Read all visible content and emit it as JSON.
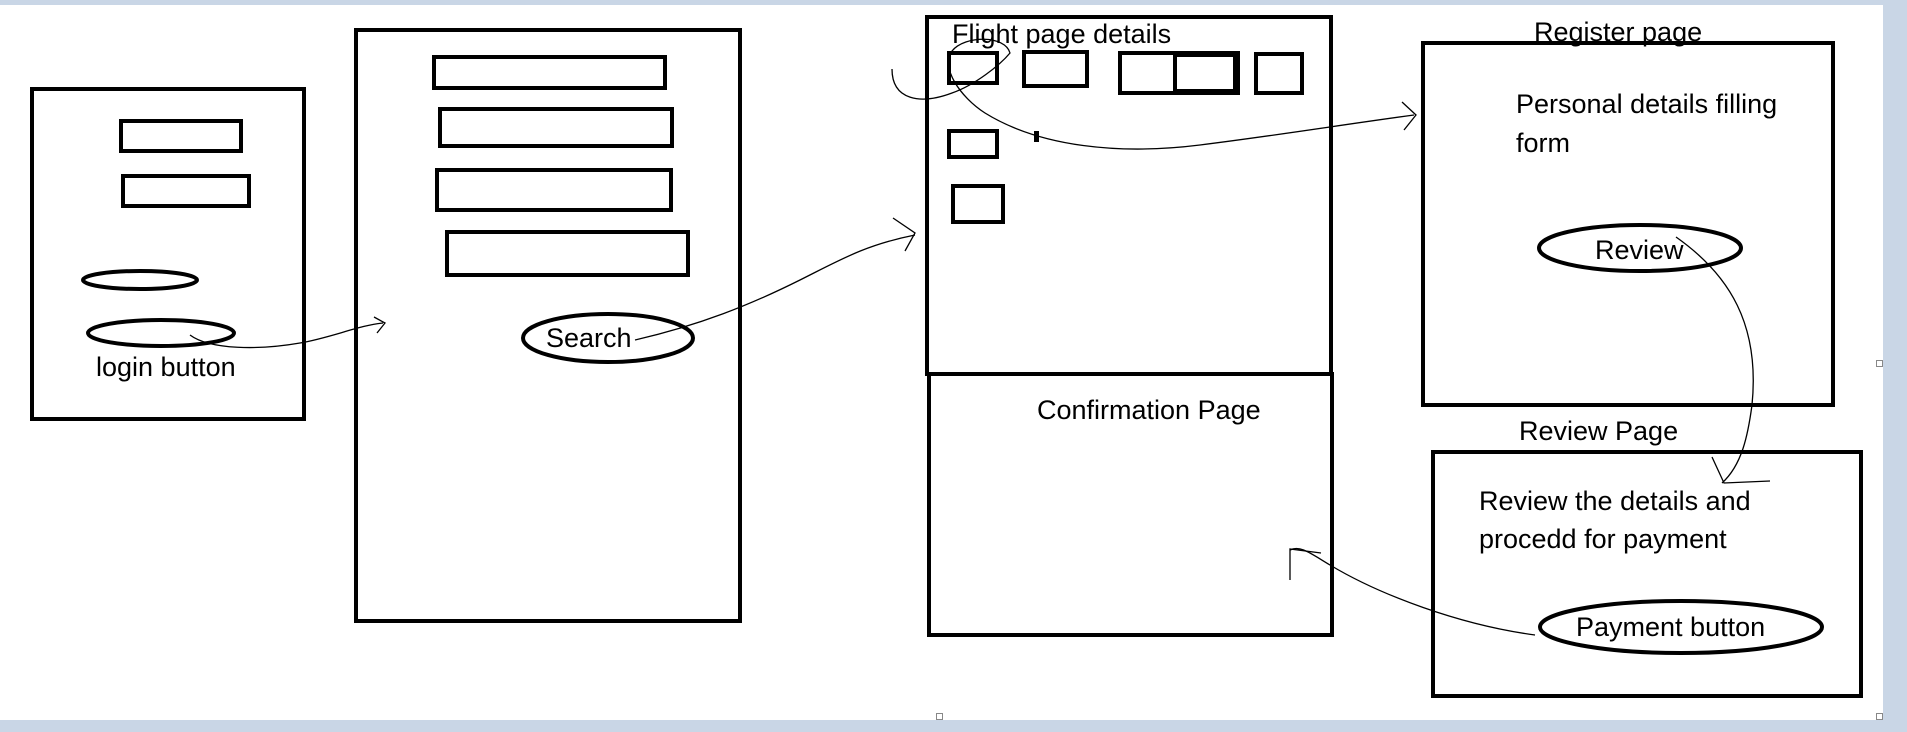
{
  "screens": {
    "login": {
      "button_label": "login button"
    },
    "search": {
      "button_label": "Search"
    },
    "flight": {
      "title": "Flight page details"
    },
    "confirmation": {
      "title": "Confirmation Page"
    },
    "register": {
      "title": "Register page",
      "form_text_line1": "Personal details filling",
      "form_text_line2": "form",
      "button_label": "Review"
    },
    "review": {
      "title": "Review Page",
      "text_line1": "Review the details and",
      "text_line2": "procedd for payment",
      "button_label": "Payment button"
    }
  },
  "colors": {
    "ink": "#000000",
    "canvas": "#ffffff",
    "frame": "#c9d6e6"
  }
}
